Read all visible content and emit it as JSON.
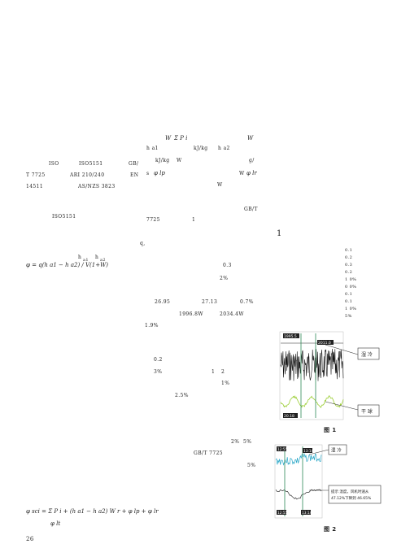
{
  "col1": {
    "line1": [
      "ISO",
      "ISO5151",
      "GB/"
    ],
    "line2": [
      "T 7725",
      "ARI 210/240",
      "EN"
    ],
    "line3": [
      "14511",
      "AS/NZS 3823"
    ],
    "line4": "ISO5151",
    "line5": [
      "h",
      "a1",
      "h",
      "a2"
    ],
    "formula": "φ = q(h a1 − h a2) / V(1+W)",
    "bottom_formula": "φ sci = Σ P i + (h a1 − h a2) W r + φ lp + φ lr",
    "bottom_formula2": "φ lt"
  },
  "col2": {
    "w_line": [
      "W",
      "Σ P i",
      "W"
    ],
    "h_line": [
      "h a1",
      "kJ/kg",
      "h a2"
    ],
    "kj_line": [
      "kJ/kg",
      "W",
      "g/"
    ],
    "s_line": [
      "s",
      "φ lp",
      "W",
      "φ lr"
    ],
    "w2": "W",
    "gbt": "GB/T",
    "num7725": "7725",
    "one": "1",
    "q": "q,",
    "p03": "0.3",
    "p2pct": "2%",
    "values_line": [
      "26.95",
      "27.13",
      "0.7%"
    ],
    "values_line2": [
      "1996.8W",
      "2034.4W"
    ],
    "p19": "1.9%",
    "p02": "0.2",
    "p3pct": "3%",
    "one2": "1",
    "two": "2",
    "onepct": "1%",
    "p25": "2.5%",
    "pct_pair": [
      "2%",
      "5%"
    ],
    "gbt7725": "GB/T 7725",
    "five": "5%"
  },
  "col3": {
    "big_one": "1",
    "list": [
      "0.1",
      "0.2",
      "0.3",
      "0.2",
      "1  0%",
      "0  0%",
      "0.1",
      "0.1",
      "1  0%",
      "5%"
    ],
    "fig1": {
      "label_top_left": "1995.5",
      "label_top_right": "2011.0",
      "label_bottom_left": "20.18",
      "legend_wet": "湿 冷",
      "legend_dry": "干 球",
      "caption": "图 1"
    },
    "fig2": {
      "labels_top": [
        "12:55",
        "13:14"
      ],
      "labels_bottom": [
        "12:55",
        "13:14"
      ],
      "legend_wet": "湿 冷",
      "note": "提示 温度，风机时速从",
      "note2": "47.12%下降到 46.65%",
      "caption": "图 2"
    }
  },
  "page_number": "26",
  "colors": {
    "fig_line1": "#111111",
    "fig_line2": "#9acd32",
    "fig2_line1": "#2aa7c7",
    "fig2_line2": "#333333",
    "marker_green": "#2e8b57",
    "label_box": "#222222"
  }
}
